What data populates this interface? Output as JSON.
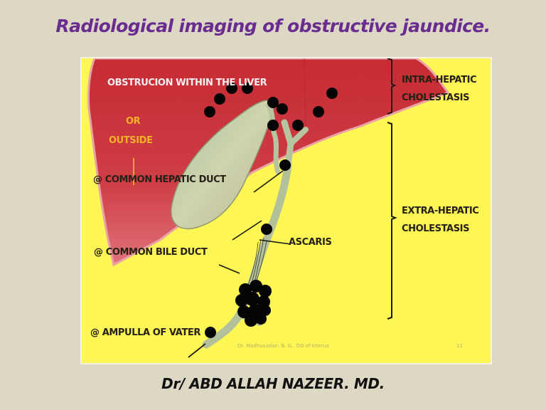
{
  "slide": {
    "title": "Radiological imaging of obstructive jaundice.",
    "author": "Dr/ ABD ALLAH NAZEER. MD.",
    "colors": {
      "background": "#ddd8c4",
      "title": "#6a2c91",
      "panel_yellow": "#fdf654",
      "liver_red": "#c8323a",
      "gallbladder": "#c9cfa6",
      "stone": "#000000"
    }
  },
  "diagram": {
    "labels": {
      "within_liver": "OBSTRUCION WITHIN THE LIVER",
      "or": "OR",
      "outside": "OUTSIDE",
      "common_hepatic_duct": "@ COMMON HEPATIC DUCT",
      "common_bile_duct": "@ COMMON BILE DUCT",
      "ampulla_of_vater": "@ AMPULLA OF VATER",
      "ascaris": "ASCARIS"
    },
    "brackets": {
      "intra": {
        "line1": "INTRA-HEPATIC",
        "line2": "CHOLESTASIS"
      },
      "extra": {
        "line1": "EXTRA-HEPATIC",
        "line2": "CHOLESTASIS"
      }
    },
    "footer": {
      "credit": "Dr. Madhusudan. B. G., DD of Icterus",
      "page_number": "11"
    }
  }
}
